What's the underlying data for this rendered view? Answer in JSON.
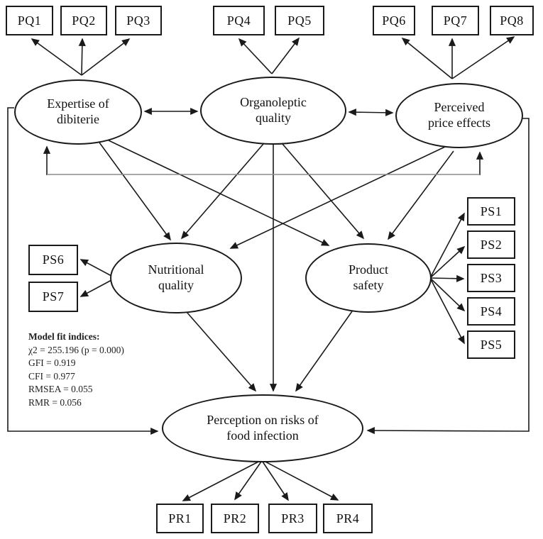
{
  "figure": {
    "type": "structural-equation-model-path-diagram",
    "background": "#ffffff"
  },
  "colors": {
    "line": "#1a1a1a",
    "covariance_elbow_gray": "#8c8c8c",
    "node_fill": "#ffffff",
    "text": "#111111"
  },
  "nodes": {
    "expertise": {
      "line1": "Expertise of",
      "line2": "dibiterie"
    },
    "organoleptic": {
      "line1": "Organoleptic",
      "line2": "quality"
    },
    "perceived": {
      "line1": "Perceived",
      "line2": "price effects"
    },
    "nutritional": {
      "line1": "Nutritional",
      "line2": "quality"
    },
    "product": {
      "line1": "Product",
      "line2": "safety"
    },
    "perception": {
      "line1": "Perception on risks of",
      "line2": "food infection"
    }
  },
  "indicators": {
    "pq1": "PQ1",
    "pq2": "PQ2",
    "pq3": "PQ3",
    "pq4": "PQ4",
    "pq5": "PQ5",
    "pq6": "PQ6",
    "pq7": "PQ7",
    "pq8": "PQ8",
    "ps1": "PS1",
    "ps2": "PS2",
    "ps3": "PS3",
    "ps4": "PS4",
    "ps5": "PS5",
    "ps6": "PS6",
    "ps7": "PS7",
    "pr1": "PR1",
    "pr2": "PR2",
    "pr3": "PR3",
    "pr4": "PR4"
  },
  "fit": {
    "title": "Model fit indices:",
    "chi": "χ2 = 255.196 (p = 0.000)",
    "gfi": "GFI = 0.919",
    "cfi": "CFI = 0.977",
    "rmsea": "RMSEA = 0.055",
    "rmr": "RMR = 0.056"
  },
  "relationships": {
    "measurement": [
      "Expertise of dibiterie -> PQ1, PQ2, PQ3",
      "Organoleptic quality -> PQ4, PQ5",
      "Perceived price effects -> PQ6, PQ7, PQ8",
      "Nutritional quality -> PS6, PS7",
      "Product safety -> PS1, PS2, PS3, PS4, PS5",
      "Perception on risks of food infection -> PR1, PR2, PR3, PR4"
    ],
    "structural": [
      "Expertise of dibiterie -> Nutritional quality",
      "Expertise of dibiterie -> Product safety",
      "Expertise of dibiterie -> Perception on risks of food infection",
      "Organoleptic quality -> Nutritional quality",
      "Organoleptic quality -> Product safety",
      "Organoleptic quality -> Perception on risks of food infection",
      "Perceived price effects -> Nutritional quality",
      "Perceived price effects -> Product safety",
      "Perceived price effects -> Perception on risks of food infection",
      "Nutritional quality -> Perception on risks of food infection",
      "Product safety -> Perception on risks of food infection"
    ],
    "covariances": [
      "Expertise of dibiterie <-> Organoleptic quality",
      "Organoleptic quality <-> Perceived price effects",
      "Expertise of dibiterie <-> Perceived price effects"
    ]
  }
}
